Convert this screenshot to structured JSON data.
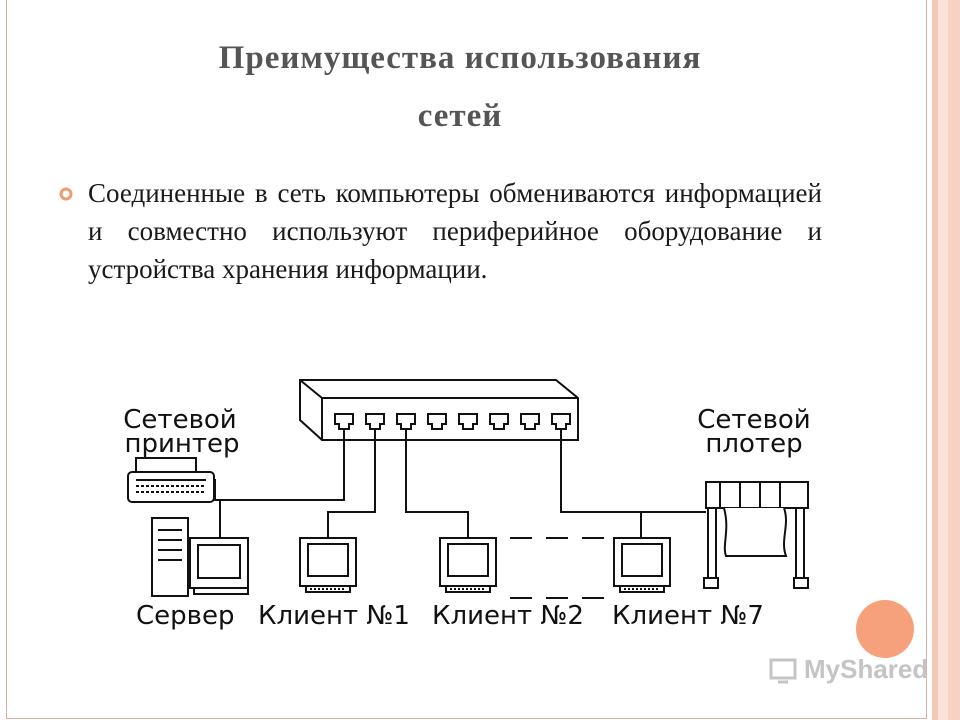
{
  "slide": {
    "title_line1": "Преимущества использования",
    "title_line2": "сетей",
    "bullet_text": "Соединенные в сеть компьютеры обмениваются информацией и совместно используют периферийное оборудование и устройства хранения информации."
  },
  "diagram": {
    "printer_label_1": "Сетевой",
    "printer_label_2": "принтер",
    "plotter_label_1": "Сетевой",
    "plotter_label_2": "плотер",
    "server_label": "Сервер",
    "client1_label": "Клиент №1",
    "client2_label": "Клиент №2",
    "client7_label": "Клиент №7"
  },
  "watermark": {
    "text": "MyShared"
  },
  "colors": {
    "accent": "#f7a07c",
    "title": "#555555"
  }
}
